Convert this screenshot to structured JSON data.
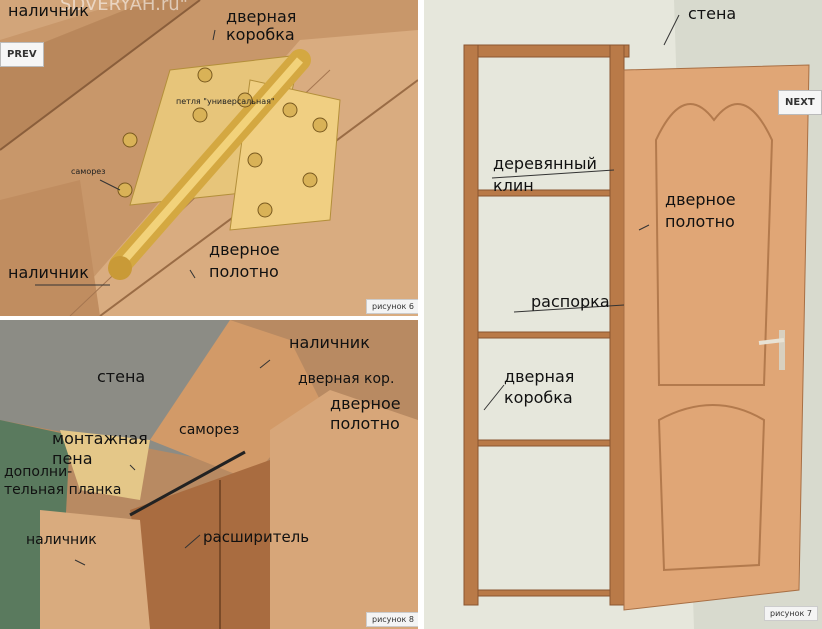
{
  "watermark": "SDVERYAH.ru\"",
  "nav": {
    "prev": "PREV",
    "next": "NEXT"
  },
  "figure6": {
    "caption": "рисунок 6",
    "labels": {
      "nalichnik_top": "наличник",
      "korobka_line1": "дверная",
      "korobka_line2": "коробка",
      "petlya": "петля \"универсальная\"",
      "samorez": "саморез",
      "nalichnik_bottom": "наличник",
      "polotno_line1": "дверное",
      "polotno_line2": "полотно"
    }
  },
  "figure8": {
    "caption": "рисунок 8",
    "labels": {
      "nalichnik_top": "наличник",
      "stena": "стена",
      "korobka": "дверная кор.",
      "polotno_line1": "дверное",
      "polotno_line2": "полотно",
      "pena_line1": "монтажная",
      "pena_line2": "пена",
      "samorez": "саморез",
      "planka_line1": "дополни-",
      "planka_line2": "тельная планка",
      "nalichnik_left": "наличник",
      "rasshiritel": "расширитель"
    }
  },
  "figure7": {
    "caption": "рисунок 7",
    "labels": {
      "stena": "стена",
      "klin_line1": "деревянный",
      "klin_line2": "клин",
      "polotno_line1": "дверное",
      "polotno_line2": "полотно",
      "rasporka": "распорка",
      "korobka_line1": "дверная",
      "korobka_line2": "коробка"
    }
  }
}
